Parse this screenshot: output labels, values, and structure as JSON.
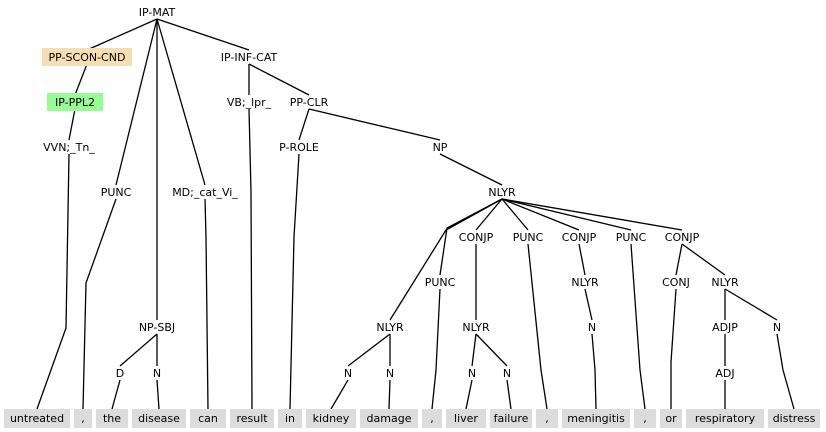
{
  "tree": {
    "colors": {
      "highlight_tan": "#f5deb3",
      "highlight_green": "#98fb98",
      "word_box": "#dcdcdc",
      "edge": "#000000"
    },
    "nodes": [
      {
        "id": "ipmat",
        "label": "IP-MAT"
      },
      {
        "id": "ppscon",
        "label": "PP-SCON-CND",
        "highlight": "#f5deb3"
      },
      {
        "id": "ipppl2",
        "label": "IP-PPL2",
        "highlight": "#98fb98"
      },
      {
        "id": "vvn",
        "label": "VVN;_Tn_"
      },
      {
        "id": "punc1",
        "label": "PUNC"
      },
      {
        "id": "npsbj",
        "label": "NP-SBJ"
      },
      {
        "id": "d",
        "label": "D"
      },
      {
        "id": "n1",
        "label": "N"
      },
      {
        "id": "md",
        "label": "MD;_cat_Vi_"
      },
      {
        "id": "ipinf",
        "label": "IP-INF-CAT"
      },
      {
        "id": "vb",
        "label": "VB;_lpr_"
      },
      {
        "id": "ppclr",
        "label": "PP-CLR"
      },
      {
        "id": "prole",
        "label": "P-ROLE"
      },
      {
        "id": "np",
        "label": "NP"
      },
      {
        "id": "nlyr0",
        "label": "NLYR"
      },
      {
        "id": "nlyr1",
        "label": "NLYR"
      },
      {
        "id": "n2",
        "label": "N"
      },
      {
        "id": "n3",
        "label": "N"
      },
      {
        "id": "punc2",
        "label": "PUNC"
      },
      {
        "id": "conjp1",
        "label": "CONJP"
      },
      {
        "id": "nlyr2",
        "label": "NLYR"
      },
      {
        "id": "n4",
        "label": "N"
      },
      {
        "id": "n5",
        "label": "N"
      },
      {
        "id": "punc3",
        "label": "PUNC"
      },
      {
        "id": "conjp2",
        "label": "CONJP"
      },
      {
        "id": "nlyr3",
        "label": "NLYR"
      },
      {
        "id": "n6",
        "label": "N"
      },
      {
        "id": "punc4",
        "label": "PUNC"
      },
      {
        "id": "conjp3",
        "label": "CONJP"
      },
      {
        "id": "conj",
        "label": "CONJ"
      },
      {
        "id": "nlyr4",
        "label": "NLYR"
      },
      {
        "id": "adjp",
        "label": "ADJP"
      },
      {
        "id": "adj",
        "label": "ADJ"
      },
      {
        "id": "n7",
        "label": "N"
      }
    ],
    "words": [
      {
        "id": "w1",
        "text": "untreated"
      },
      {
        "id": "w2",
        "text": ","
      },
      {
        "id": "w3",
        "text": "the"
      },
      {
        "id": "w4",
        "text": "disease"
      },
      {
        "id": "w5",
        "text": "can"
      },
      {
        "id": "w6",
        "text": "result"
      },
      {
        "id": "w7",
        "text": "in"
      },
      {
        "id": "w8",
        "text": "kidney"
      },
      {
        "id": "w9",
        "text": "damage"
      },
      {
        "id": "w10",
        "text": ","
      },
      {
        "id": "w11",
        "text": "liver"
      },
      {
        "id": "w12",
        "text": "failure"
      },
      {
        "id": "w13",
        "text": ","
      },
      {
        "id": "w14",
        "text": "meningitis"
      },
      {
        "id": "w15",
        "text": ","
      },
      {
        "id": "w16",
        "text": "or"
      },
      {
        "id": "w17",
        "text": "respiratory"
      },
      {
        "id": "w18",
        "text": "distress"
      }
    ],
    "edges": [
      [
        "ipmat",
        "ppscon"
      ],
      [
        "ipmat",
        "punc1"
      ],
      [
        "ipmat",
        "npsbj"
      ],
      [
        "ipmat",
        "md"
      ],
      [
        "ipmat",
        "ipinf"
      ],
      [
        "ppscon",
        "ipppl2"
      ],
      [
        "ipppl2",
        "vvn"
      ],
      [
        "vvn",
        "w1"
      ],
      [
        "punc1",
        "w2"
      ],
      [
        "npsbj",
        "d"
      ],
      [
        "npsbj",
        "n1"
      ],
      [
        "d",
        "w3"
      ],
      [
        "n1",
        "w4"
      ],
      [
        "md",
        "w5"
      ],
      [
        "ipinf",
        "vb"
      ],
      [
        "ipinf",
        "ppclr"
      ],
      [
        "vb",
        "w6"
      ],
      [
        "ppclr",
        "prole"
      ],
      [
        "ppclr",
        "np"
      ],
      [
        "prole",
        "w7"
      ],
      [
        "np",
        "nlyr0"
      ],
      [
        "nlyr0",
        "nlyr1"
      ],
      [
        "nlyr0",
        "punc2"
      ],
      [
        "nlyr0",
        "conjp1"
      ],
      [
        "nlyr0",
        "punc3"
      ],
      [
        "nlyr0",
        "conjp2"
      ],
      [
        "nlyr0",
        "punc4"
      ],
      [
        "nlyr0",
        "conjp3"
      ],
      [
        "nlyr1",
        "n2"
      ],
      [
        "nlyr1",
        "n3"
      ],
      [
        "n2",
        "w8"
      ],
      [
        "n3",
        "w9"
      ],
      [
        "punc2",
        "w10"
      ],
      [
        "conjp1",
        "nlyr2"
      ],
      [
        "nlyr2",
        "n4"
      ],
      [
        "nlyr2",
        "n5"
      ],
      [
        "n4",
        "w11"
      ],
      [
        "n5",
        "w12"
      ],
      [
        "punc3",
        "w13"
      ],
      [
        "conjp2",
        "nlyr3"
      ],
      [
        "nlyr3",
        "n6"
      ],
      [
        "n6",
        "w14"
      ],
      [
        "punc4",
        "w15"
      ],
      [
        "conjp3",
        "conj"
      ],
      [
        "conjp3",
        "nlyr4"
      ],
      [
        "conj",
        "w16"
      ],
      [
        "nlyr4",
        "adjp"
      ],
      [
        "nlyr4",
        "n7"
      ],
      [
        "adjp",
        "adj"
      ],
      [
        "adj",
        "w17"
      ],
      [
        "n7",
        "w18"
      ]
    ]
  }
}
